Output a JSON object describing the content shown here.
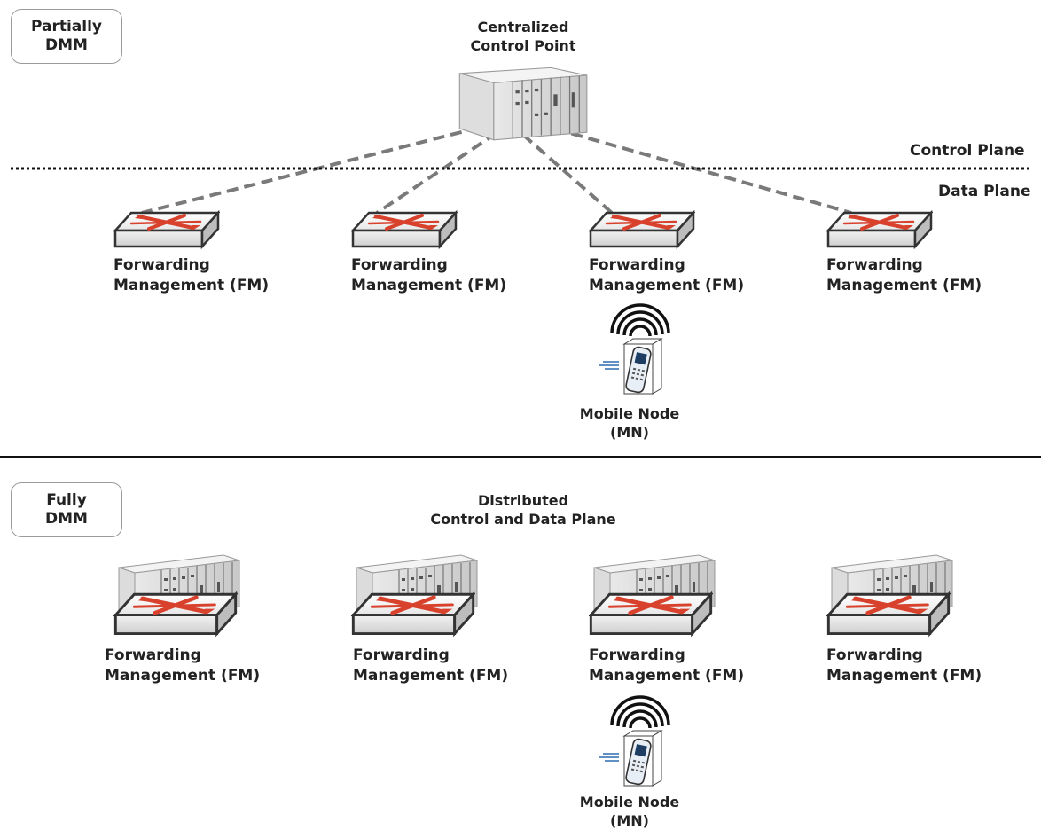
{
  "top": {
    "mode_label": [
      "Partially",
      "DMM"
    ],
    "controller_label": [
      "Centralized",
      "Control Point"
    ],
    "control_plane_label": "Control Plane",
    "data_plane_label": "Data Plane",
    "fm_nodes": [
      [
        "Forwarding",
        "Management (FM)"
      ],
      [
        "Forwarding",
        "Management (FM)"
      ],
      [
        "Forwarding",
        "Management (FM)"
      ],
      [
        "Forwarding",
        "Management (FM)"
      ]
    ],
    "mobile_node_label": [
      "Mobile Node",
      "(MN)"
    ]
  },
  "bottom": {
    "mode_label": [
      "Fully",
      "DMM"
    ],
    "plane_label": [
      "Distributed",
      "Control and Data Plane"
    ],
    "fm_nodes": [
      [
        "Forwarding",
        "Management (FM)"
      ],
      [
        "Forwarding",
        "Management (FM)"
      ],
      [
        "Forwarding",
        "Management (FM)"
      ],
      [
        "Forwarding",
        "Management (FM)"
      ]
    ],
    "mobile_node_label": [
      "Mobile Node",
      "(MN)"
    ]
  },
  "colors": {
    "router_cross": "#d8412c",
    "dash_link": "#7a7a7a",
    "divider": "#111111"
  },
  "icons": [
    "server-rack-icon",
    "router-icon",
    "wireless-signal-icon",
    "mobile-phone-icon"
  ]
}
